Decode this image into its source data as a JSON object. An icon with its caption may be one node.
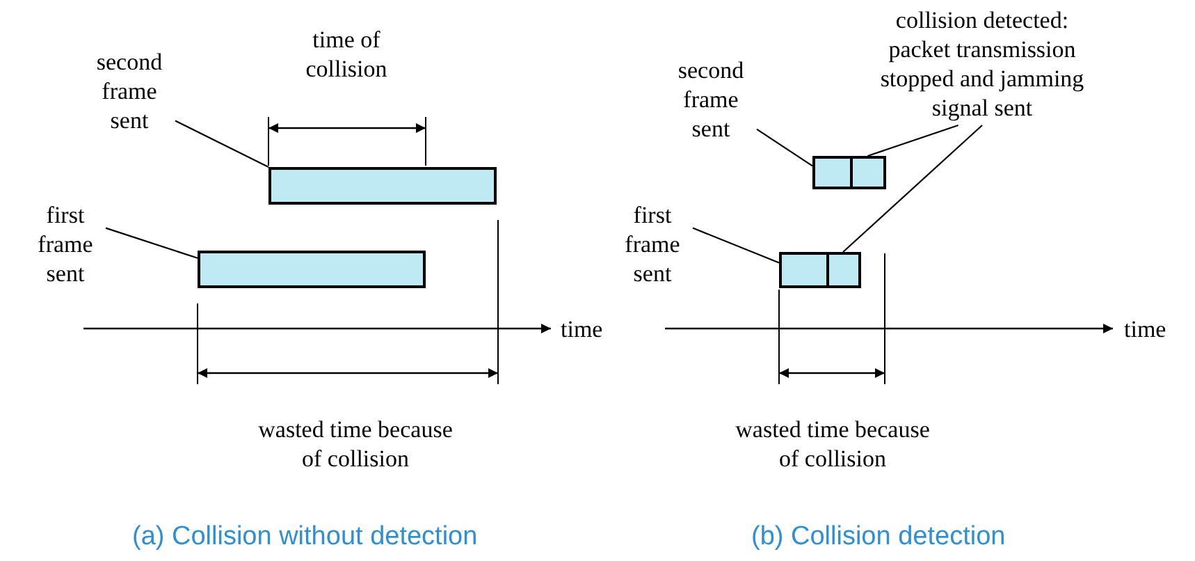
{
  "diagram": {
    "nodes": [
      {
        "text": [
          "second frame sent"
        ]
      },
      {
        "text": [
          "first frame sent"
        ]
      },
      {
        "text": [],
        "shape": "bar"
      },
      {
        "text": [],
        "shape": "bar"
      },
      {
        "text": [
          "second frame sent"
        ]
      },
      {
        "text": [
          "first frame sent"
        ]
      },
      {
        "text": [],
        "shape": "bar"
      },
      {
        "text": [],
        "shape": "bar"
      },
      {
        "text": [
          "collision detected: packet transmission stopped and jamming signal sent"
        ]
      }
    ],
    "edges": [
      {
        "from": 0,
        "to": 2,
        "arrow": "none"
      },
      {
        "from": 1,
        "to": 3,
        "arrow": "none"
      },
      {
        "from": 4,
        "to": 6,
        "arrow": "none"
      },
      {
        "from": 5,
        "to": 7,
        "arrow": "none"
      },
      {
        "from": 8,
        "to": 6,
        "arrow": "none"
      },
      {
        "from": 8,
        "to": 7,
        "arrow": "none"
      }
    ],
    "labels": [
      "time of collision",
      "time",
      "wasted time because of collision",
      "time",
      "wasted time because of collision",
      "(a) Collision without detection",
      "(b) Collision detection"
    ]
  }
}
